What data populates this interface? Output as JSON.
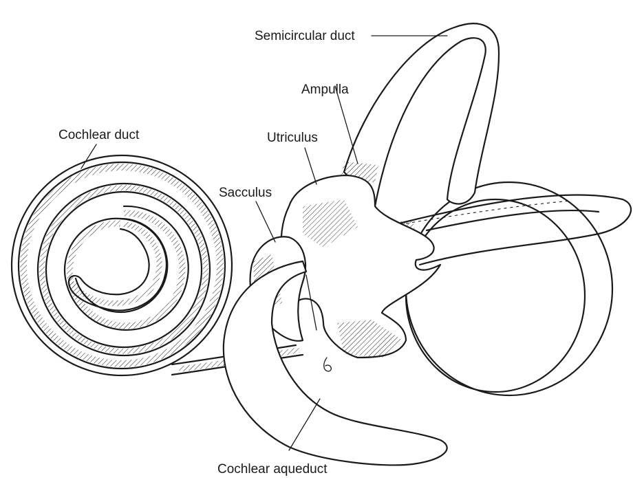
{
  "labels": {
    "semicircular_duct": "Semicircular duct",
    "ampulla": "Ampulla",
    "utriculus": "Utriculus",
    "cochlear_duct": "Cochlear duct",
    "sacculus": "Sacculus",
    "cochlear_aqueduct": "Cochlear aqueduct"
  },
  "colors": {
    "ink": "#1a1a1a",
    "background": "#ffffff"
  }
}
